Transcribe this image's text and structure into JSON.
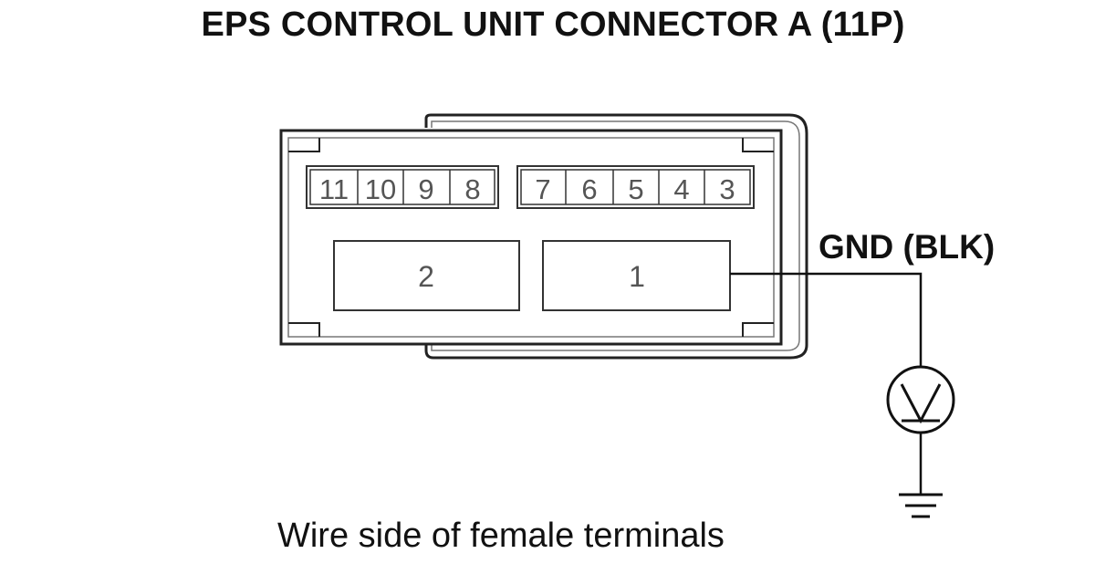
{
  "title": "EPS CONTROL UNIT CONNECTOR A (11P)",
  "caption": "Wire side of female terminals",
  "ground_wire_label": "GND (BLK)",
  "terminals_small_left": [
    "11",
    "10",
    "9",
    "8"
  ],
  "terminals_small_right": [
    "7",
    "6",
    "5",
    "4",
    "3"
  ],
  "terminals_large": [
    "2",
    "1"
  ],
  "icons": {
    "meter": "voltmeter-icon",
    "ground": "ground-symbol-icon"
  },
  "colors": {
    "line": "#222222",
    "housing_fill": "#ffffff",
    "terminal_text": "#555555"
  }
}
